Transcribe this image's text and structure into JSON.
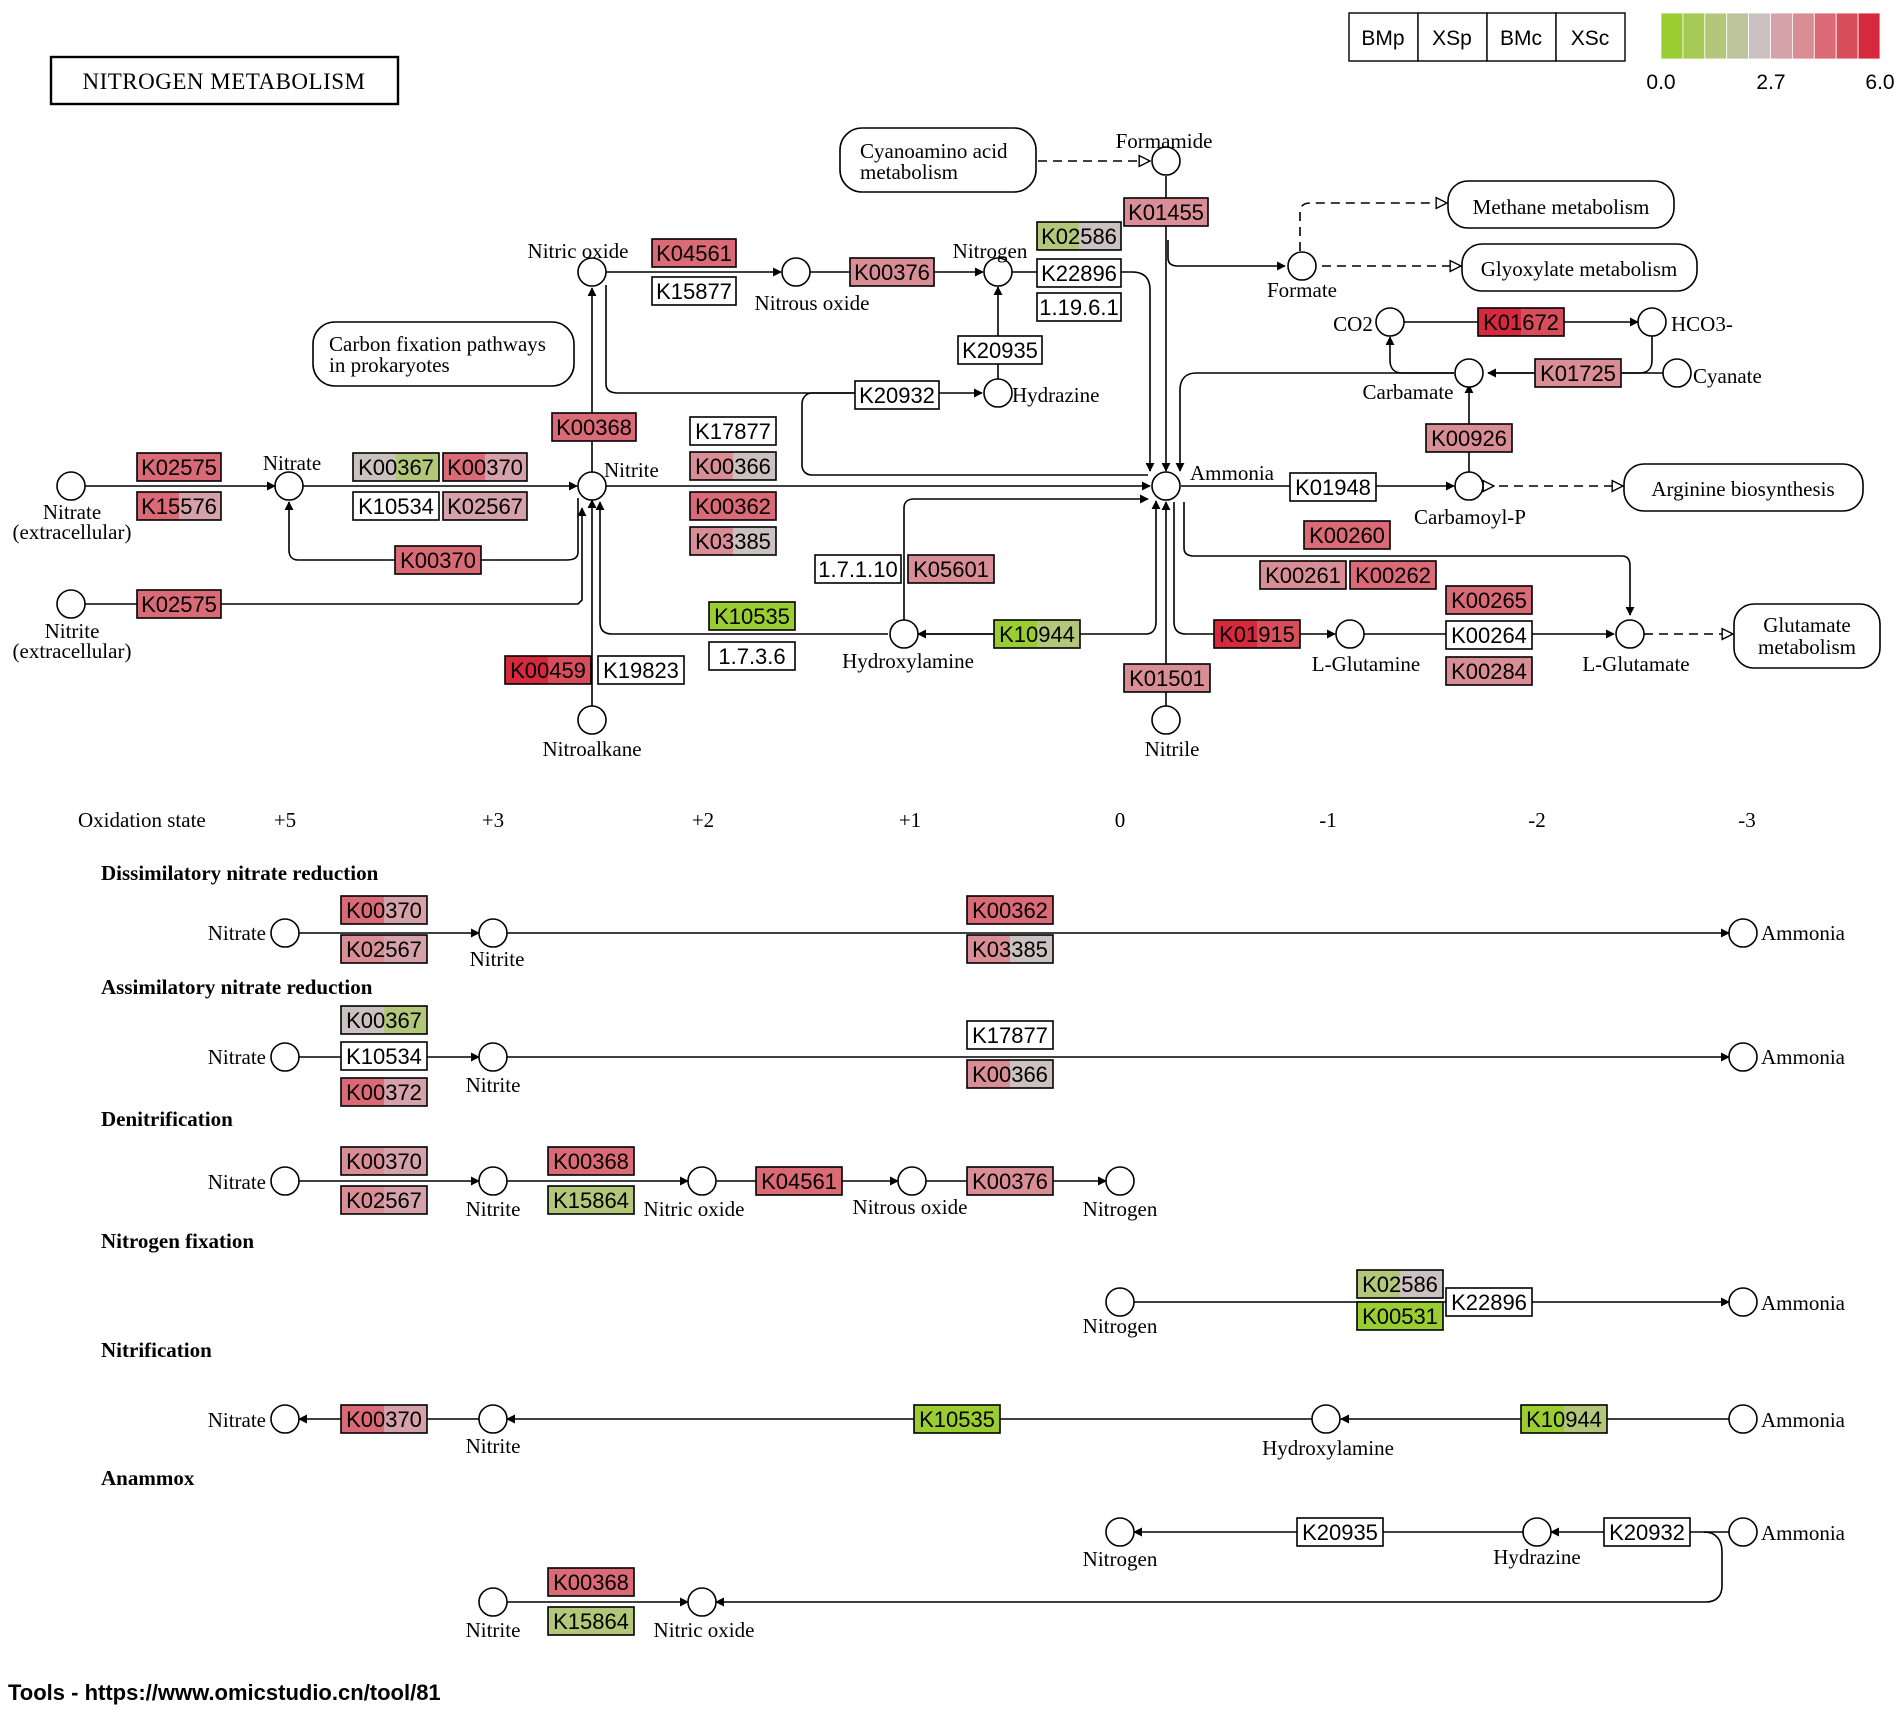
{
  "title": "NITROGEN METABOLISM",
  "legend": {
    "samples": [
      "BMp",
      "XSp",
      "BMc",
      "XSc"
    ],
    "scale_colors": [
      "#9acd32",
      "#a6ca55",
      "#b2c779",
      "#bec49c",
      "#cbc1c0",
      "#d4a2a8",
      "#d98d95",
      "#d96a76",
      "#d74d5a",
      "#d6293d"
    ],
    "ticks": [
      "0.0",
      "2.7",
      "6.0"
    ]
  },
  "colors": {
    "red": "#d6293d",
    "red2": "#d74d5a",
    "red3": "#d96a76",
    "pink": "#d98d95",
    "lightpink": "#d4a2a8",
    "grey": "#cbc1c0",
    "greygreen": "#b2c779",
    "green": "#9acd32",
    "white": "#ffffff"
  },
  "pathways": {
    "cyanoamino": [
      "Cyanoamino acid",
      "metabolism"
    ],
    "carbon_fixation": [
      "Carbon fixation pathways",
      "in prokaryotes"
    ],
    "methane": "Methane metabolism",
    "glyoxylate": "Glyoxylate metabolism",
    "arginine": "Arginine biosynthesis",
    "glutamate": [
      "Glutamate",
      "metabolism"
    ]
  },
  "compounds": {
    "nitrate_ext": [
      "Nitrate",
      "(extracellular)"
    ],
    "nitrite_ext": [
      "Nitrite",
      "(extracellular)"
    ],
    "nitrate": "Nitrate",
    "nitrite": "Nitrite",
    "nitric_oxide": "Nitric oxide",
    "nitrous_oxide": "Nitrous oxide",
    "nitrogen": "Nitrogen",
    "hydrazine": "Hydrazine",
    "formamide": "Formamide",
    "formate": "Formate",
    "co2": "CO2",
    "hco3": "HCO3-",
    "cyanate": "Cyanate",
    "carbamate": "Carbamate",
    "ammonia": "Ammonia",
    "carbamoyl_p": "Carbamoyl-P",
    "hydroxylamine": "Hydroxylamine",
    "nitroalkane": "Nitroalkane",
    "nitrile": "Nitrile",
    "l_glutamine": "L-Glutamine",
    "l_glutamate": "L-Glutamate"
  },
  "oxidation": {
    "label": "Oxidation state",
    "states": [
      "+5",
      "+3",
      "+2",
      "+1",
      "0",
      "-1",
      "-2",
      "-3"
    ]
  },
  "modules": {
    "dissimilatory": "Dissimilatory nitrate reduction",
    "assimilatory": "Assimilatory nitrate reduction",
    "denitrification": "Denitrification",
    "fixation": "Nitrogen fixation",
    "nitrification": "Nitrification",
    "anammox": "Anammox"
  },
  "ko": {
    "K02575": "K02575",
    "K15576": "K15576",
    "K00367": "K00367",
    "K00370": "K00370",
    "K10534": "K10534",
    "K02567": "K02567",
    "K00368": "K00368",
    "K04561": "K04561",
    "K15877": "K15877",
    "K00376": "K00376",
    "K02586": "K02586",
    "K22896": "K22896",
    "EC1196": "1.19.6.1",
    "K20935": "K20935",
    "K20932": "K20932",
    "K01455": "K01455",
    "K01672": "K01672",
    "K01725": "K01725",
    "K00926": "K00926",
    "K17877": "K17877",
    "K00366": "K00366",
    "K00362": "K00362",
    "K03385": "K03385",
    "K01948": "K01948",
    "K00260": "K00260",
    "K00261": "K00261",
    "K00262": "K00262",
    "K00265": "K00265",
    "K00264": "K00264",
    "K00284": "K00284",
    "K01915": "K01915",
    "K01501": "K01501",
    "EC17110": "1.7.1.10",
    "K05601": "K05601",
    "K10535": "K10535",
    "EC1736": "1.7.3.6",
    "K10944": "K10944",
    "K00459": "K00459",
    "K19823": "K19823",
    "K00372": "K00372",
    "K15864": "K15864",
    "K00531": "K00531"
  },
  "footer": "Tools - https://www.omicstudio.cn/tool/81"
}
